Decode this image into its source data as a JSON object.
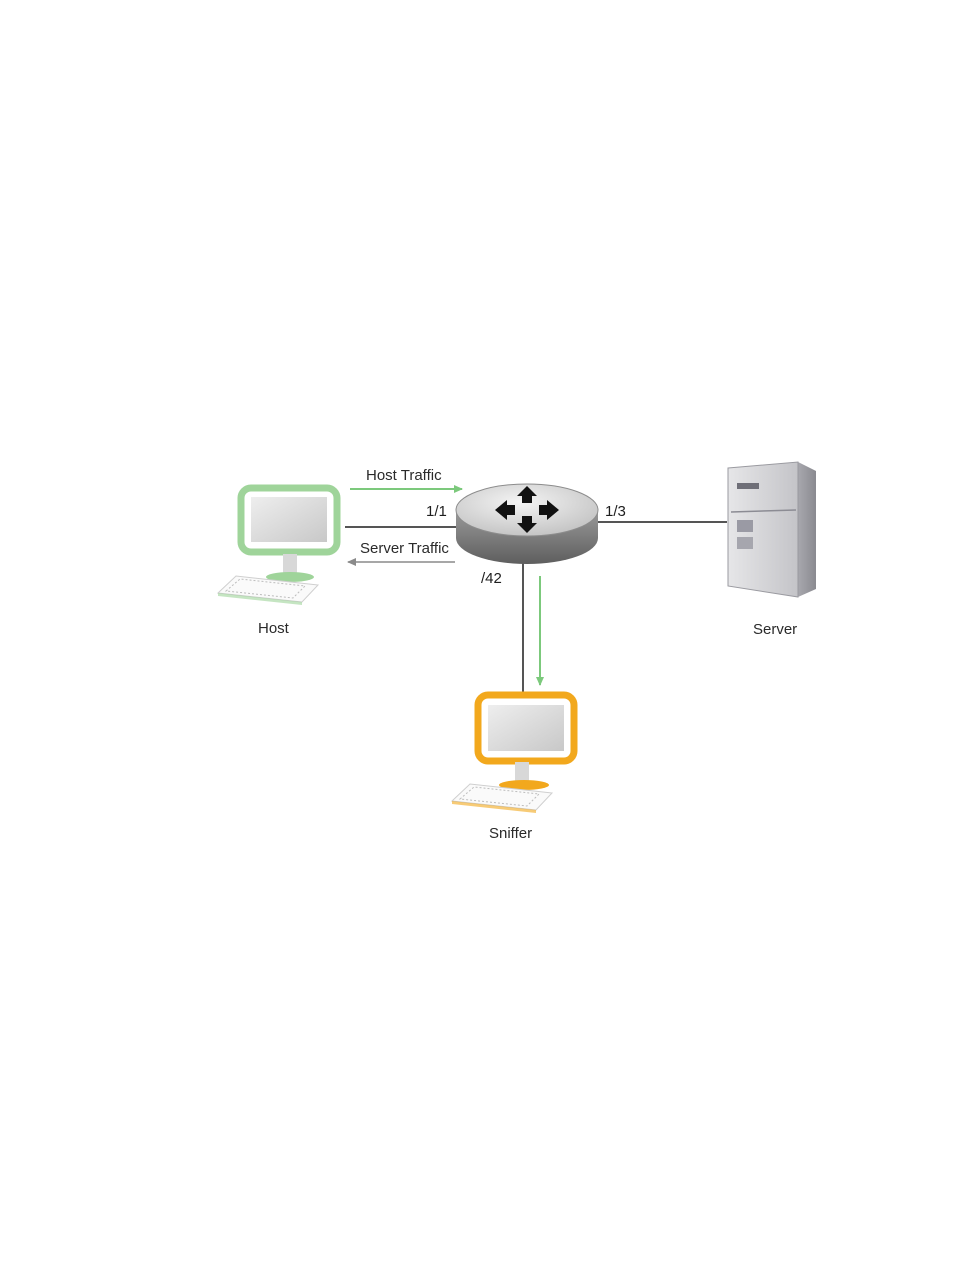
{
  "nodes": {
    "host": {
      "label": "Host",
      "icon": "desktop-computer-icon",
      "accent": "#9fd49a"
    },
    "server": {
      "label": "Server",
      "icon": "server-tower-icon"
    },
    "sniffer": {
      "label": "Sniffer",
      "icon": "desktop-computer-icon",
      "accent": "#f2a81d"
    },
    "switch": {
      "icon": "router-switch-icon"
    }
  },
  "ports": {
    "host_side": "1/1",
    "server_side": "1/3",
    "mirror": "/42"
  },
  "flows": {
    "host_traffic": {
      "label": "Host Traffic",
      "color": "#7cc97c"
    },
    "server_traffic": {
      "label": "Server Traffic",
      "color": "#8a8a8a"
    },
    "mirrored": {
      "color": "#7cc97c"
    }
  }
}
